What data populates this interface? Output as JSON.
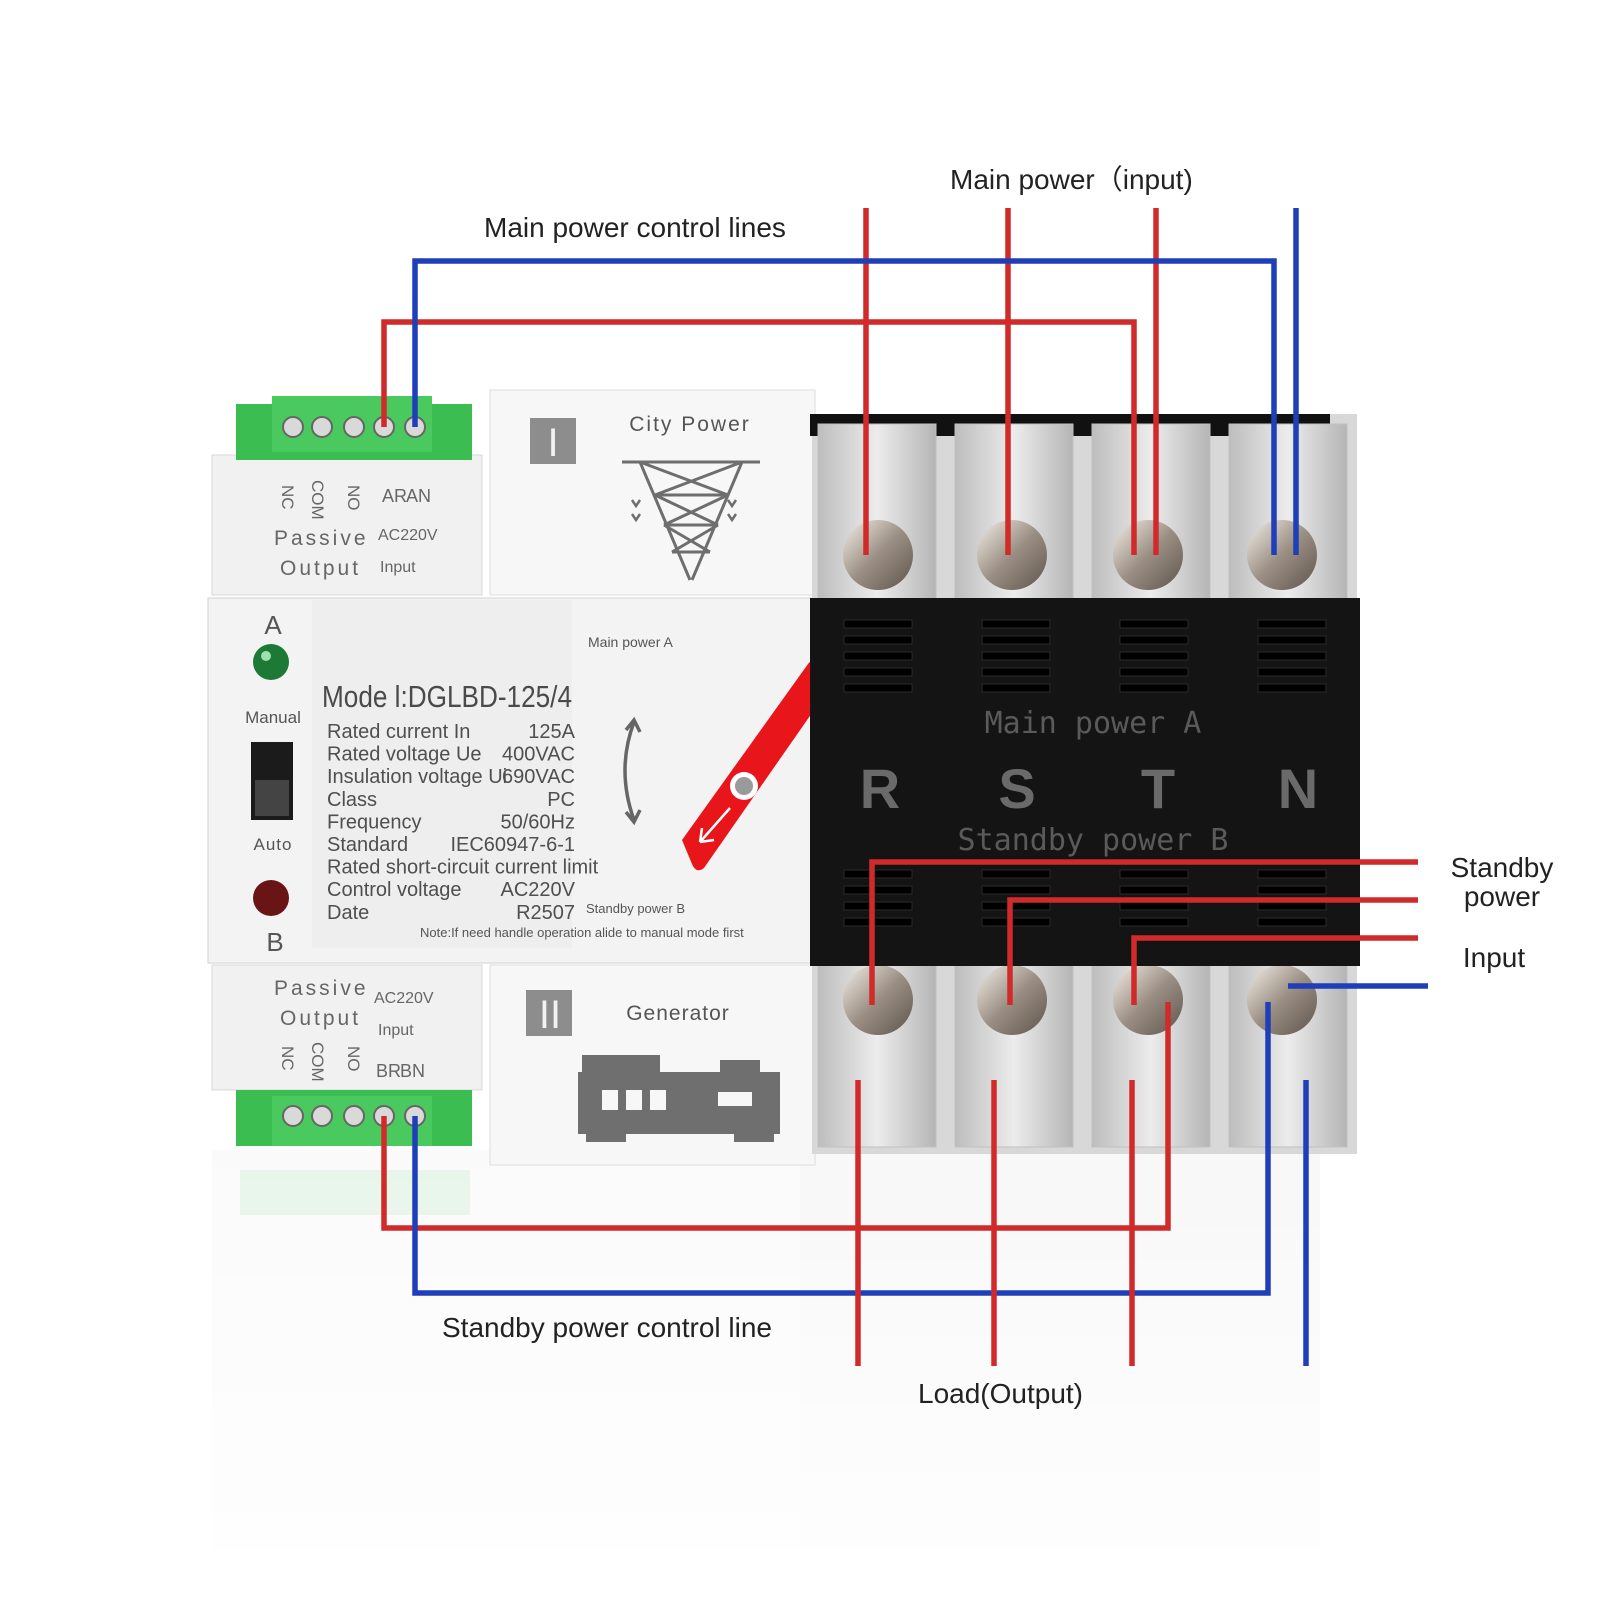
{
  "callouts": {
    "main_power_input": "Main power（input)",
    "main_power_control_lines": "Main power control lines",
    "standby_power_line1": "Standby",
    "standby_power_line2": "power",
    "standby_input": "Input",
    "standby_power_control_line": "Standby power control line",
    "load_output": "Load(Output)"
  },
  "top_module": {
    "roman": "I",
    "title": "City Power",
    "terminals": [
      "NC",
      "COM",
      "NO",
      "AR",
      "AN"
    ],
    "passive": "Passive",
    "output": "Output",
    "voltage": "AC220V",
    "input": "Input"
  },
  "bottom_module": {
    "roman": "II",
    "title": "Generator",
    "terminals": [
      "NC",
      "COM",
      "NO",
      "BR",
      "BN"
    ],
    "passive": "Passive",
    "output": "Output",
    "voltage": "AC220V",
    "input": "Input"
  },
  "panel": {
    "indicator_a": "A",
    "indicator_b": "B",
    "manual": "Manual",
    "auto": "Auto",
    "main_power_a_small": "Main power A",
    "standby_power_b_small": "Standby power B",
    "model": "Mode l:DGLBD-125/4",
    "specs": [
      {
        "k": "Rated current In",
        "v": "125A"
      },
      {
        "k": "Rated voltage Ue",
        "v": "400VAC"
      },
      {
        "k": "Insulation voltage Ui",
        "v": "690VAC"
      },
      {
        "k": "Class",
        "v": "PC"
      },
      {
        "k": "Frequency",
        "v": "50/60Hz"
      },
      {
        "k": "Standard",
        "v": "IEC60947-6-1"
      },
      {
        "k": "Rated short-circuit current limit",
        "v": ""
      },
      {
        "k": "Control voltage",
        "v": "AC220V"
      },
      {
        "k": "Date",
        "v": "R2507"
      }
    ],
    "note": "Note:If need handle operation alide to manual mode first"
  },
  "black_block": {
    "main_power": "Main power  A",
    "standby_power": "Standby power B",
    "phases": [
      "R",
      "S",
      "T",
      "N"
    ]
  },
  "colors": {
    "red_wire": "#d12a2a",
    "blue_wire": "#1f3fb8",
    "terminal_green": "#3fbf55",
    "handle_red": "#e8161b",
    "led_green": "#1d7a36",
    "led_red": "#6a1515"
  }
}
